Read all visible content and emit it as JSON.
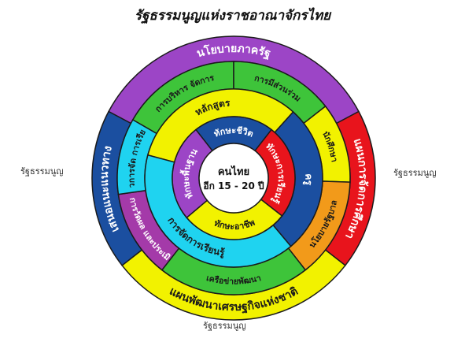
{
  "title": "รัฐธรรมนูญแห่งราชอาณาจักรไทย",
  "outside_labels": {
    "left": "รัฐธรรมนูญ",
    "right": "รัฐธรรมนูญ",
    "bottom": "รัฐธรรมนูญ"
  },
  "center": {
    "line1": "คนไทย",
    "line2": "อีก 15 - 20 ปี"
  },
  "colors": {
    "ring_stroke": "#1a1a1a",
    "purple": "#9c45c6",
    "red": "#e8141c",
    "blue": "#1b4fa0",
    "green": "#3ec43a",
    "yellow": "#f2f200",
    "cyan": "#1fd3f0",
    "orange": "#f29a1a",
    "magenta": "#a43aa9",
    "white": "#ffffff"
  },
  "rings": {
    "outer": [
      {
        "label": "นโยบายภาครัฐ",
        "color": "purple"
      },
      {
        "label": "แผนการจัดการศึกษา",
        "color": "red"
      },
      {
        "label": "แผนพัฒนาเศรษฐกิจแห่งชาติ",
        "color": "yellow"
      },
      {
        "label": "เสนอแนะแนวทาง",
        "color": "blue"
      }
    ],
    "second": [
      {
        "label": "การบริหาร จัดการ",
        "color": "green"
      },
      {
        "label": "การมีส่วนร่วม",
        "color": "green"
      },
      {
        "label": "นักศึกษา",
        "color": "yellow"
      },
      {
        "label": "นโยบายรัฐบาล",
        "color": "orange"
      },
      {
        "label": "เครือข่ายพัฒนา",
        "color": "green"
      },
      {
        "label": "ระบบการวัดผล และประเมินผล",
        "color": "magenta"
      },
      {
        "label": "แนวการจัด การเรียนรู้",
        "color": "cyan"
      }
    ],
    "third": [
      {
        "label": "หลักสูตร",
        "color": "yellow"
      },
      {
        "label": "ครู",
        "color": "blue"
      },
      {
        "label": "การจัดการเรียนรู้",
        "color": "cyan"
      }
    ],
    "inner": [
      {
        "label": "ทักษะชีวิต",
        "color": "blue"
      },
      {
        "label": "ทักษะการเรียนรู้",
        "color": "red"
      },
      {
        "label": "ทักษะอาชีพ",
        "color": "yellow"
      },
      {
        "label": "ทักษะพื้นฐาน",
        "color": "purple"
      }
    ]
  }
}
